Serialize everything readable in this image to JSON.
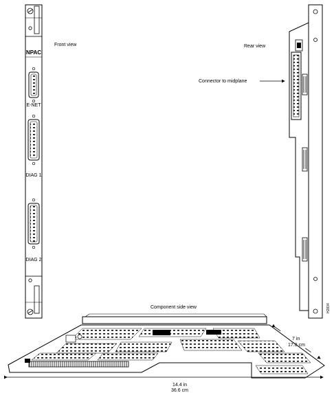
{
  "front_panel": {
    "view_label": "Front view",
    "brand_label": "NPAC",
    "port_labels": [
      "E-NET",
      "DIAG 1",
      "DIAG 2"
    ]
  },
  "rear_panel": {
    "view_label": "Rear view",
    "connector_callout": "Connector to midplane"
  },
  "component_view": {
    "title": "Component side view",
    "depth_label": "7 in",
    "depth_metric_label": "17.8 cm",
    "width_label": "14.4 in",
    "width_metric_label": "36.6 cm"
  },
  "figure_id": "H2834",
  "colors": {
    "line": "#000000",
    "background": "#ffffff"
  }
}
